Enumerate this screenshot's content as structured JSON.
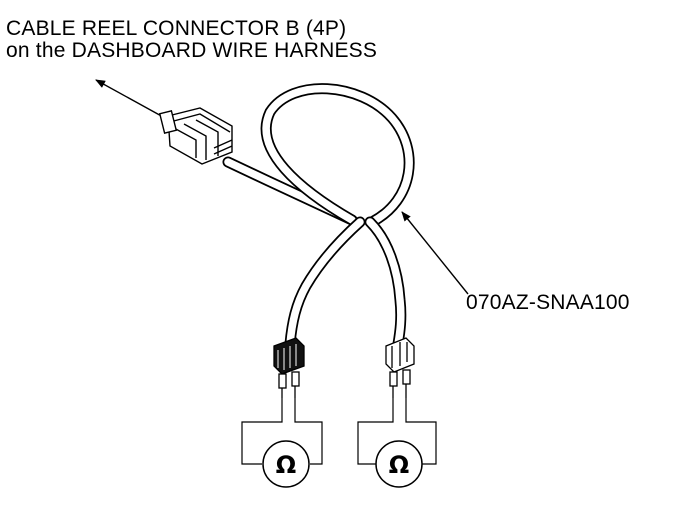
{
  "callouts": {
    "connector_line1": "CABLE REEL CONNECTOR B (4P)",
    "connector_line2": "on the DASHBOARD WIRE HARNESS",
    "part_number": "070AZ-SNAA100"
  },
  "meters": [
    {
      "symbol": "Ω",
      "icon": "ohmmeter-icon"
    },
    {
      "symbol": "Ω",
      "icon": "ohmmeter-icon"
    }
  ],
  "colors": {
    "line": "#000000",
    "background": "#ffffff"
  }
}
